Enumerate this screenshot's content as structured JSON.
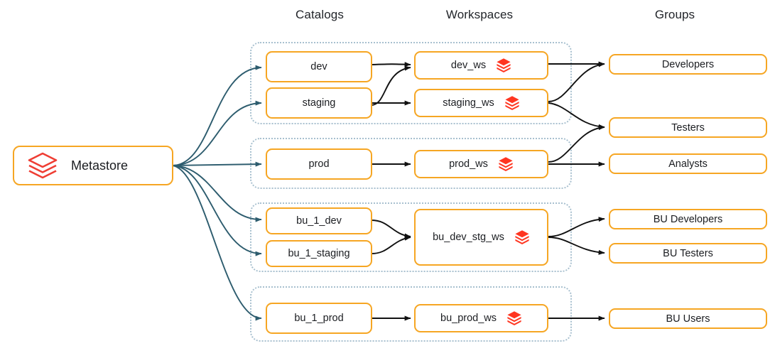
{
  "diagram": {
    "title": "Metastore catalogs workspaces groups mapping",
    "colors": {
      "node_border": "#f6a623",
      "group_border": "#a8c0cf",
      "edge_teal": "#2d5c6e",
      "edge_black": "#111111",
      "logo_red": "#ef3e34",
      "logo_orange": "#ff3621",
      "text": "#1b1d21",
      "background": "#ffffff"
    }
  },
  "headers": [
    {
      "label": "Catalogs",
      "name": "column-header-catalogs"
    },
    {
      "label": "Workspaces",
      "name": "column-header-workspaces"
    },
    {
      "label": "Groups",
      "name": "column-header-groups"
    }
  ],
  "root": {
    "label": "Metastore",
    "icon": "metastore-layers-icon"
  },
  "catalogs": [
    {
      "label": "dev"
    },
    {
      "label": "staging"
    },
    {
      "label": "prod"
    },
    {
      "label": "bu_1_dev"
    },
    {
      "label": "bu_1_staging"
    },
    {
      "label": "bu_1_prod"
    }
  ],
  "workspaces": [
    {
      "label": "dev_ws",
      "icon": "databricks-logo-icon"
    },
    {
      "label": "staging_ws",
      "icon": "databricks-logo-icon"
    },
    {
      "label": "prod_ws",
      "icon": "databricks-logo-icon"
    },
    {
      "label": "bu_dev_stg_ws",
      "icon": "databricks-logo-icon"
    },
    {
      "label": "bu_prod_ws",
      "icon": "databricks-logo-icon"
    }
  ],
  "groups": [
    {
      "label": "Developers"
    },
    {
      "label": "Testers"
    },
    {
      "label": "Analysts"
    },
    {
      "label": "BU Developers"
    },
    {
      "label": "BU Testers"
    },
    {
      "label": "BU Users"
    }
  ],
  "containers": [
    {
      "name": "env-group-dev-staging"
    },
    {
      "name": "env-group-prod"
    },
    {
      "name": "env-group-bu-dev-staging"
    },
    {
      "name": "env-group-bu-prod"
    }
  ],
  "edges": [
    {
      "from": "Metastore",
      "to": "dev"
    },
    {
      "from": "Metastore",
      "to": "staging"
    },
    {
      "from": "Metastore",
      "to": "prod"
    },
    {
      "from": "Metastore",
      "to": "bu_1_dev"
    },
    {
      "from": "Metastore",
      "to": "bu_1_staging"
    },
    {
      "from": "Metastore",
      "to": "bu_1_prod"
    },
    {
      "from": "dev",
      "to": "dev_ws"
    },
    {
      "from": "staging",
      "to": "dev_ws"
    },
    {
      "from": "staging",
      "to": "staging_ws"
    },
    {
      "from": "prod",
      "to": "prod_ws"
    },
    {
      "from": "bu_1_dev",
      "to": "bu_dev_stg_ws"
    },
    {
      "from": "bu_1_staging",
      "to": "bu_dev_stg_ws"
    },
    {
      "from": "bu_1_prod",
      "to": "bu_prod_ws"
    },
    {
      "from": "dev_ws",
      "to": "Developers"
    },
    {
      "from": "staging_ws",
      "to": "Developers"
    },
    {
      "from": "staging_ws",
      "to": "Testers"
    },
    {
      "from": "prod_ws",
      "to": "Testers"
    },
    {
      "from": "prod_ws",
      "to": "Analysts"
    },
    {
      "from": "bu_dev_stg_ws",
      "to": "BU Developers"
    },
    {
      "from": "bu_dev_stg_ws",
      "to": "BU Testers"
    },
    {
      "from": "bu_prod_ws",
      "to": "BU Users"
    }
  ]
}
